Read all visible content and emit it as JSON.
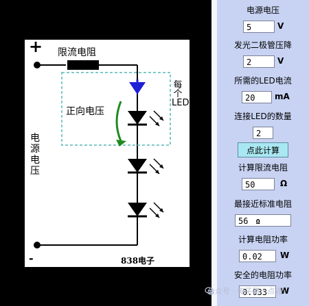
{
  "diagram": {
    "plus_sign": "+",
    "minus_sign": "-",
    "resistor_label": "限流电阻",
    "forward_voltage_label": "正向电压",
    "each_led_label": "每个LED",
    "supply_label": "电源电压",
    "brand_mark": "838电子",
    "led_count_drawn": 3
  },
  "calculator": {
    "supply_voltage": {
      "label": "电源电压",
      "value": "5",
      "unit": "V"
    },
    "led_forward_voltage": {
      "label": "发光二极管压降",
      "value": "2",
      "unit": "V"
    },
    "led_current": {
      "label": "所需的LED电流",
      "value": "20",
      "unit": "mA"
    },
    "led_count": {
      "label": "连接LED的数量",
      "value": "2"
    },
    "calculate_button": "点此计算",
    "resistor_result": {
      "label": "计算限流电阻",
      "value": "50",
      "unit": "Ω"
    },
    "nearest_standard": {
      "label": "最接近标准电阻",
      "value": "56",
      "unit": "Ω"
    },
    "resistor_power": {
      "label": "计算电阻功率",
      "value": "0.02",
      "unit": "W"
    },
    "safe_power": {
      "label": "安全的电阻功率",
      "value": "0.033",
      "unit": "W"
    }
  },
  "watermark": {
    "text": "公众号 · 电子路一点通"
  },
  "colors": {
    "panel_bg": "#c8d3f3",
    "button_bg": "#a9e8f2",
    "arrow_blue": "#1f1fd6",
    "arrow_green": "#1f8a1f",
    "dashed_box": "#7fc8c8"
  }
}
